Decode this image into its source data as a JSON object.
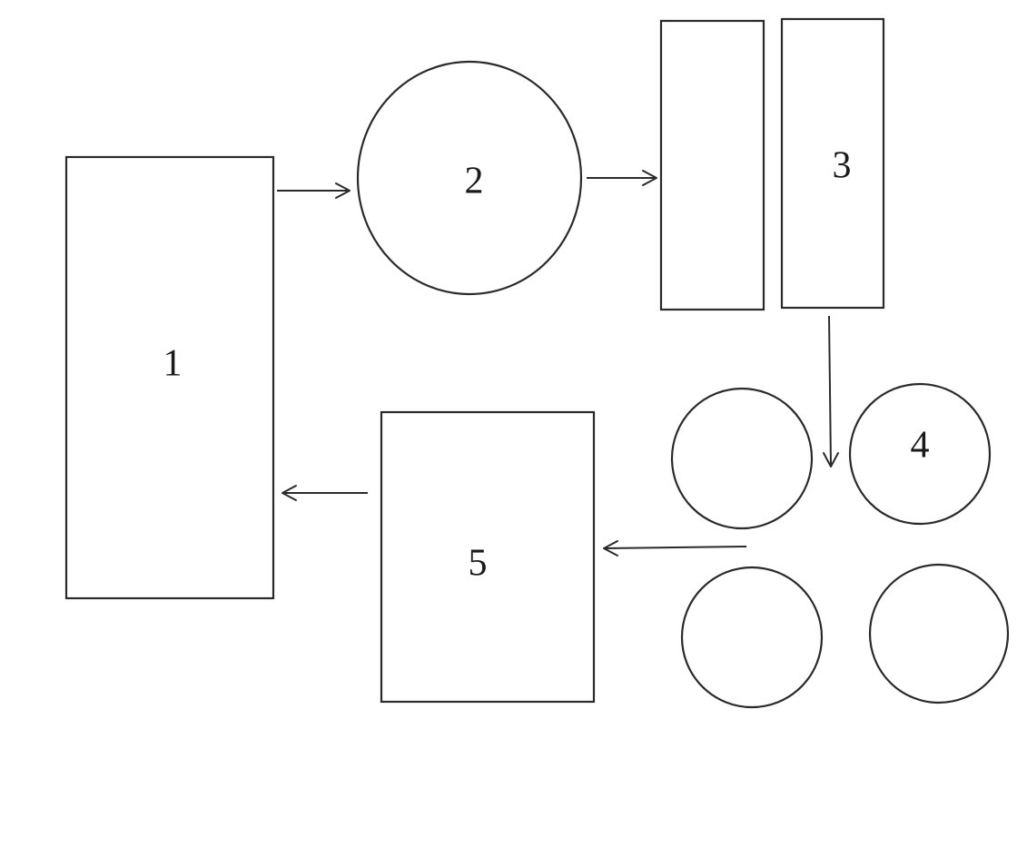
{
  "diagram": {
    "labels": {
      "block1": "1",
      "block2": "2",
      "block3": "3",
      "block4": "4",
      "block5": "5"
    },
    "stroke_color": "#2a2a2a",
    "background_color": "#ffffff"
  }
}
